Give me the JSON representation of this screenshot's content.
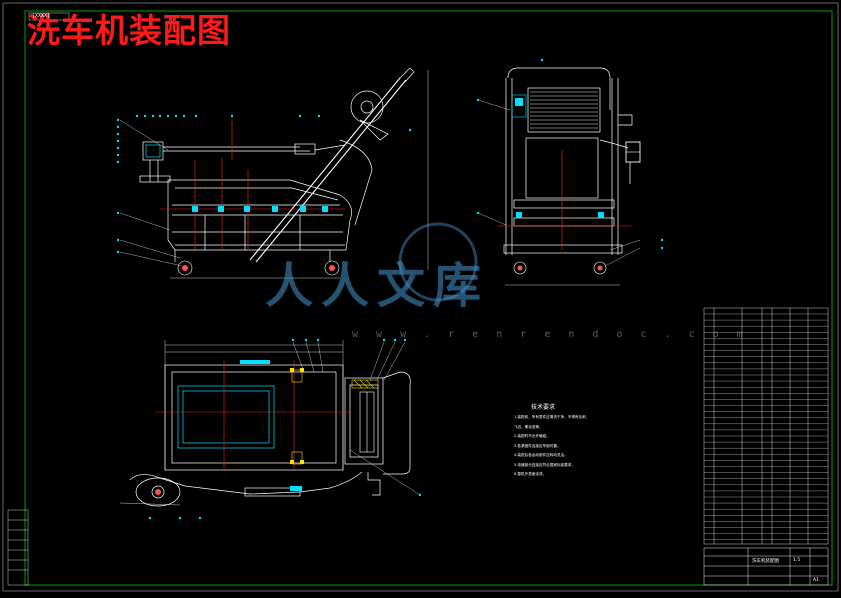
{
  "sheet": {
    "title": "洗车机装配图",
    "header_tag": "[XXXX]",
    "border_color": "#00c800",
    "line_color": "#ffffff",
    "title_color": "#ff1a1a",
    "centerline_color": "#ff2020",
    "hatch_color": "#ffe000",
    "accent_color": "#00e0ff"
  },
  "watermark": {
    "text": "人人文库",
    "url": "w w w . r e n r e n d o c . c o m",
    "color": "#4696d2"
  },
  "tech_requirements": {
    "title": "技术要求",
    "lines": [
      "1.装配前，所有零件应清洗干净，不得有毛刺、",
      "飞边、氧化皮等。",
      "2.装配时不允许磕碰。",
      "3.各紧固件连接应牢固可靠。",
      "4.装配后各运动部件应转动灵活。",
      "5.电器部分连接应符合国家标准要求。",
      "6.整机外表面涂漆。"
    ]
  },
  "title_block": {
    "drawing_title": "洗车机装配图",
    "scale_label": "1:5",
    "sheet_label": "A1"
  },
  "icons": [
    "wheel-icon",
    "hose-reel-icon",
    "motor-icon",
    "pump-icon"
  ]
}
